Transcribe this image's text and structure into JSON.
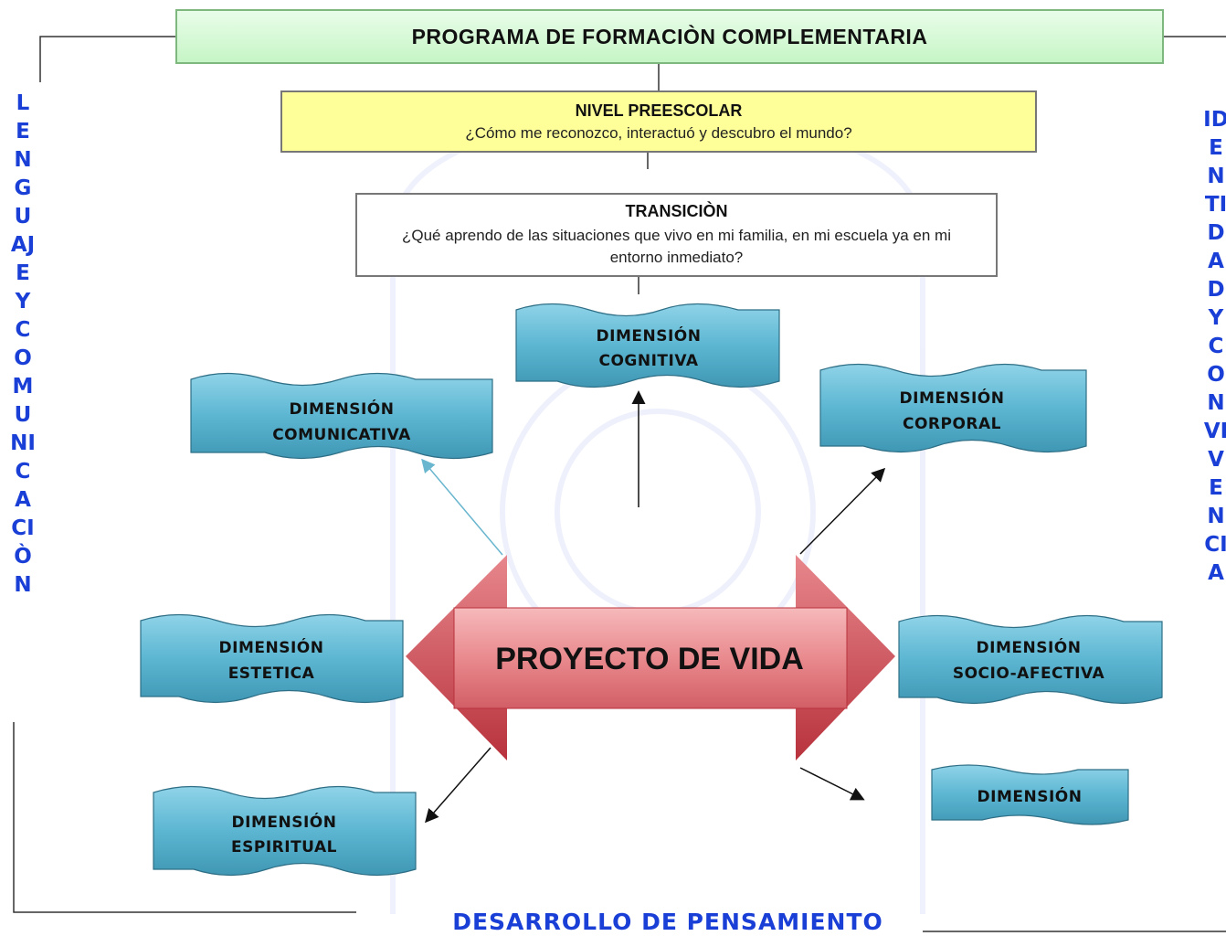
{
  "title": "PROGRAMA DE FORMACIÒN COMPLEMENTARIA",
  "level": {
    "heading": "NIVEL PREESCOLAR",
    "question": "¿Cómo me reconozco, interactuó y descubro el mundo?"
  },
  "transition": {
    "heading": "TRANSICIÒN",
    "question": "¿Qué aprendo de las situaciones que vivo en mi familia, en mi escuela ya en mi entorno inmediato?"
  },
  "center": "PROYECTO DE VIDA",
  "dimensions": {
    "cognitiva": [
      "DIMENSIÓN",
      "COGNITIVA"
    ],
    "comunicativa": [
      "DIMENSIÓN",
      "COMUNICATIVA"
    ],
    "corporal": [
      "DIMENSIÓN",
      "CORPORAL"
    ],
    "estetica": [
      "DIMENSIÓN",
      "ESTETICA"
    ],
    "socio_afectiva": [
      "DIMENSIÓN",
      "SOCIO-AFECTIVA"
    ],
    "espiritual": [
      "DIMENSIÓN",
      "ESPIRITUAL"
    ],
    "etica": [
      "DIMENSIÓN",
      ""
    ]
  },
  "left_label": "LENGUAJE YCOMUNICACIÒN",
  "right_label": "IDENTIDAD Y CONVIVENCIA",
  "bottom_label": "DESARROLLO DE PENSAMIENTO",
  "colors": {
    "dimension_fill": "#5cb6d2",
    "center_arrow": "#d2545e",
    "center_body": "#e88a8e",
    "label_blue": "#1a3fd6",
    "title_fill": "#c6f5c6",
    "level_fill": "#ffff9a"
  }
}
